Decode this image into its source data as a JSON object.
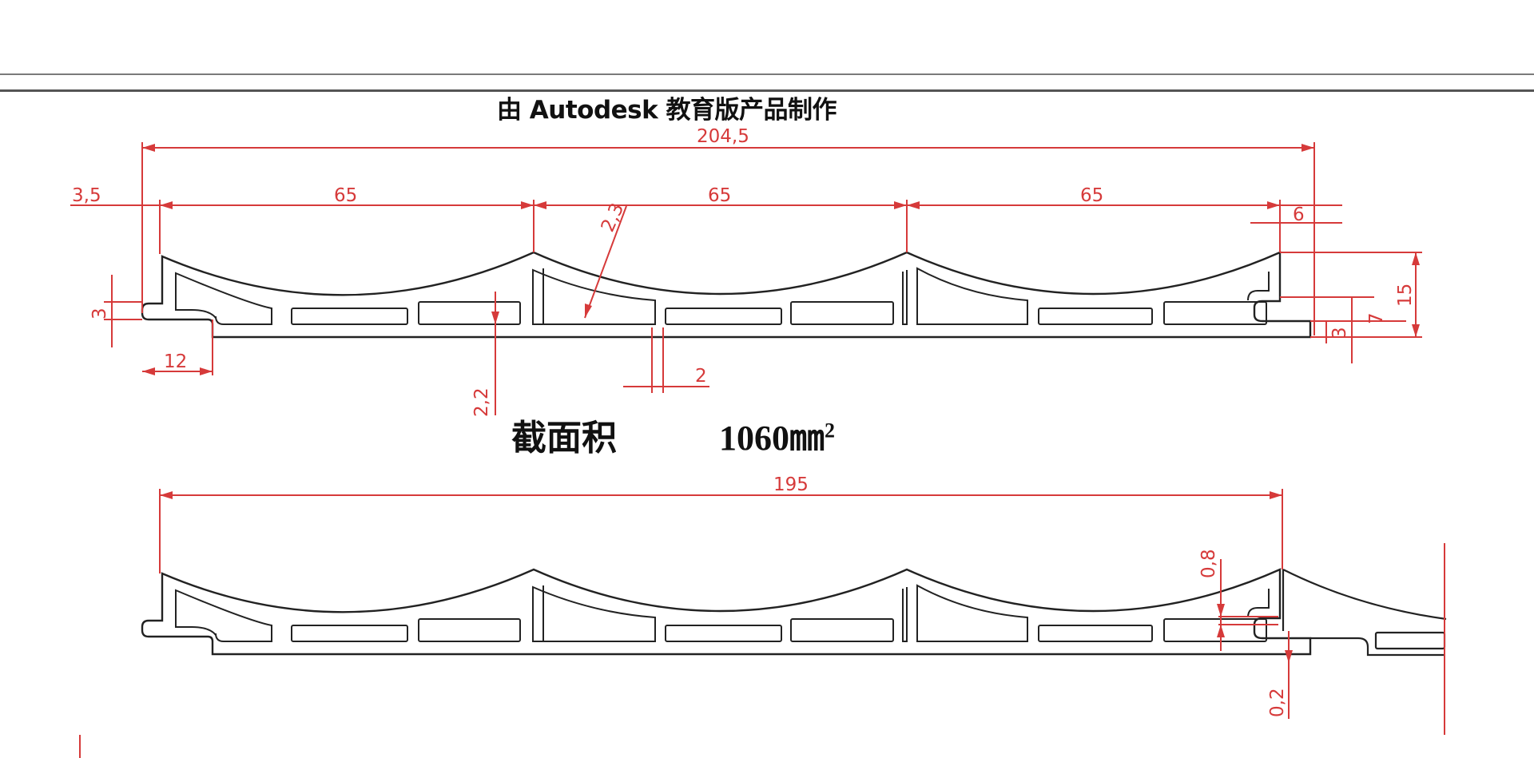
{
  "watermark": "由 Autodesk 教育版产品制作",
  "area": {
    "label": "截面积",
    "value": "1060",
    "unit": "㎜",
    "sup": "2"
  },
  "dimensions": {
    "top": {
      "overall_width": "204,5",
      "left_offset": "3,5",
      "span_1": "65",
      "span_2": "65",
      "span_3": "65",
      "right_lip": "6",
      "rib_thickness": "2,3",
      "lip_height_left": "3",
      "tongue_length": "12",
      "wall_thickness": "2,2",
      "web_thickness": "2",
      "right_lip_height": "3",
      "right_mid_height": "7",
      "total_height": "15"
    },
    "bottom": {
      "overall_width": "195",
      "gap_top": "0,8",
      "gap_bottom": "0,2"
    }
  },
  "colors": {
    "dimension": "#d63a3a",
    "outline": "#222222",
    "rule": "#7a7a7a"
  }
}
